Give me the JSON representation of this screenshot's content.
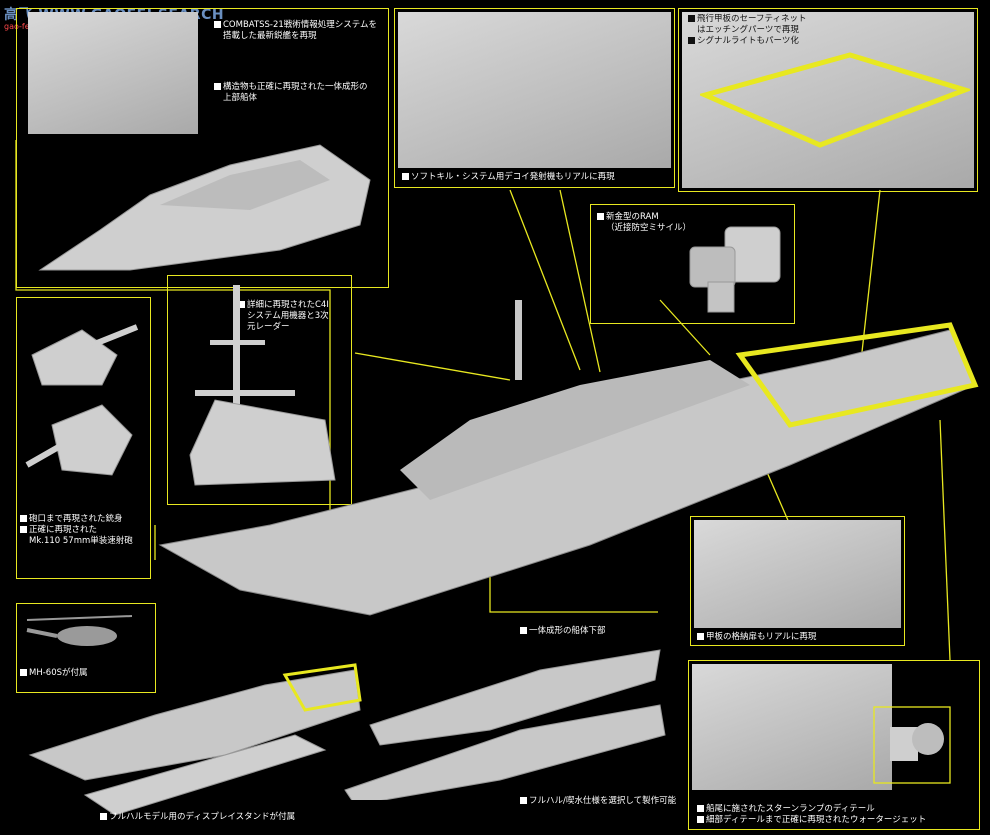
{
  "watermark": {
    "brand": "高飞 WWW.GAOFEI SEARCH",
    "domain": "gao-fei.com"
  },
  "captions": {
    "combatss": [
      "COMBATSS-21戦術情報処理システムを",
      "搭載した最新鋭艦を再現"
    ],
    "hull_upper": [
      "構造物も正確に再現された一体成形の",
      "上部船体"
    ],
    "softkill": "ソフトキル・システム用デコイ発射機もリアルに再現",
    "safety_net": [
      "飛行甲板のセーフティネット",
      "はエッチングパーツで再現",
      "シグナルライトもパーツ化"
    ],
    "ram": [
      "新金型のRAM",
      "（近接防空ミサイル）"
    ],
    "c4i": [
      "詳細に再現されたC4I",
      "システム用機器と3次",
      "元レーダー"
    ],
    "gun": [
      "砲口まで再現された銃身",
      "正確に再現された",
      "Mk.110 57mm単装速射砲"
    ],
    "hangar": "甲板の格納扉もリアルに再現",
    "mh60": "MH-60Sが付属",
    "lower_hull": "一体成形の船体下部",
    "stand": "フルハルモデル用のディスプレイスタンドが付属",
    "fullhull": "フルハル/喫水仕様を選択して製作可能",
    "stern": [
      "船尾に施されたスターンランプのディテール",
      "細部ディテールまで正確に再現されたウォータージェット"
    ]
  },
  "colors": {
    "accent": "#e8e820",
    "model_gray": "#c8c8c8"
  }
}
